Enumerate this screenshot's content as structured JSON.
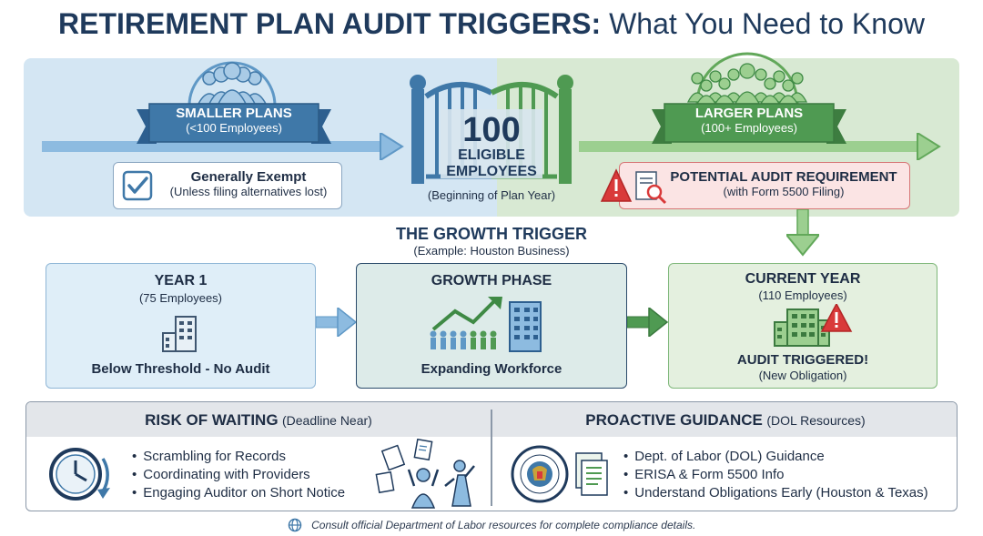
{
  "header": {
    "title_bold": "RETIREMENT PLAN AUDIT TRIGGERS:",
    "title_rest": "What You Need to Know"
  },
  "smaller_plans": {
    "label": "SMALLER PLANS",
    "sub": "(<100 Employees)",
    "status_title": "Generally Exempt",
    "status_sub": "(Unless filing alternatives lost)"
  },
  "threshold": {
    "number": "100",
    "line1": "ELIGIBLE",
    "line2": "EMPLOYEES",
    "sub": "(Beginning of Plan Year)"
  },
  "larger_plans": {
    "label": "LARGER PLANS",
    "sub": "(100+ Employees)",
    "status_title": "POTENTIAL AUDIT REQUIREMENT",
    "status_sub": "(with Form 5500 Filing)"
  },
  "growth": {
    "title": "THE GROWTH TRIGGER",
    "sub": "(Example: Houston Business)"
  },
  "stages": [
    {
      "title": "YEAR 1",
      "sub": "(75 Employees)",
      "caption": "Below Threshold - No Audit"
    },
    {
      "title": "GROWTH PHASE",
      "caption": "Expanding Workforce"
    },
    {
      "title": "CURRENT YEAR",
      "sub": "(110 Employees)",
      "caption": "AUDIT TRIGGERED!",
      "caption_sub": "(New Obligation)"
    }
  ],
  "risk": {
    "title": "RISK OF WAITING",
    "title_sub": "(Deadline Near)",
    "items": [
      "Scrambling for Records",
      "Coordinating with Providers",
      "Engaging Auditor on Short Notice"
    ]
  },
  "guidance": {
    "title": "PROACTIVE GUIDANCE",
    "title_sub": "(DOL Resources)",
    "items": [
      "Dept. of Labor (DOL) Guidance",
      "ERISA & Form 5500 Info",
      "Understand Obligations Early (Houston & Texas)"
    ]
  },
  "footer": {
    "note": "Consult official Department of Labor resources for complete compliance details."
  },
  "colors": {
    "navy": "#1f3a5c",
    "blue": "#3f78a8",
    "green": "#4f9a52",
    "red": "#d93a3a"
  }
}
